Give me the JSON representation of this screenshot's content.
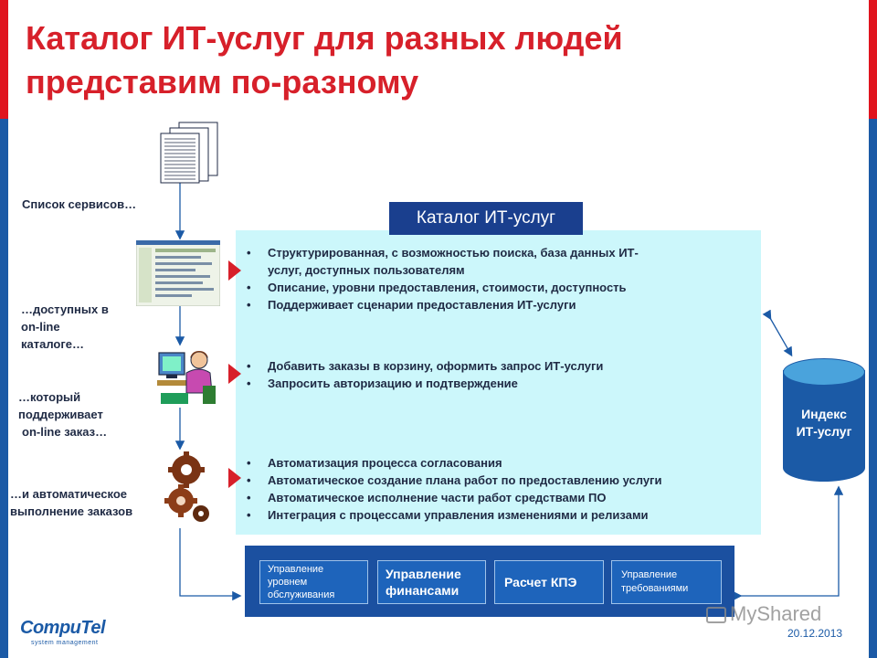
{
  "title": {
    "line1": "Каталог ИТ-услуг для разных людей",
    "line2": "представим по-разному"
  },
  "flow_labels": {
    "list": "Список сервисов…",
    "online": [
      "…доступных в",
      "on-line",
      "каталоге…"
    ],
    "order": [
      "…который",
      "поддерживает",
      "on-line заказ…"
    ],
    "auto": [
      "…и автоматическое",
      "выполнение заказов"
    ]
  },
  "catalog": {
    "header": "Каталог ИТ-услуг",
    "group1": [
      "Структурированная, с возможностью поиска, база данных ИТ-",
      "услуг, доступных пользователям",
      "Описание, уровни предоставления, стоимости,  доступность",
      "Поддерживает сценарии предоставления ИТ-услуги"
    ],
    "group2": [
      "Добавить заказы в корзину, оформить запрос ИТ-услуги",
      "Запросить авторизацию и подтверждение"
    ],
    "group3": [
      "Автоматизация процесса согласования",
      "Автоматическое создание плана работ по предоставлению услуги",
      "Автоматическое исполнение части работ средствами ПО",
      "Интеграция с процессами управления изменениями и релизами"
    ]
  },
  "bottom_boxes": {
    "sla": [
      "Управление",
      "уровнем",
      "обслуживания"
    ],
    "finance": [
      "Управление",
      "финансами"
    ],
    "kpi": "Расчет КПЭ",
    "req": [
      "Управление",
      "требованиями"
    ]
  },
  "index": [
    "Индекс",
    "ИТ-услуг"
  ],
  "logo": {
    "name": "CompuTel",
    "tagline": "system management"
  },
  "watermark": "MyShared",
  "date": "20.12.2013",
  "colors": {
    "title_red": "#d7202a",
    "dark_blue": "#1b5aa6",
    "header_blue": "#1a3f8e",
    "panel_cyan": "#ccf7fb"
  }
}
